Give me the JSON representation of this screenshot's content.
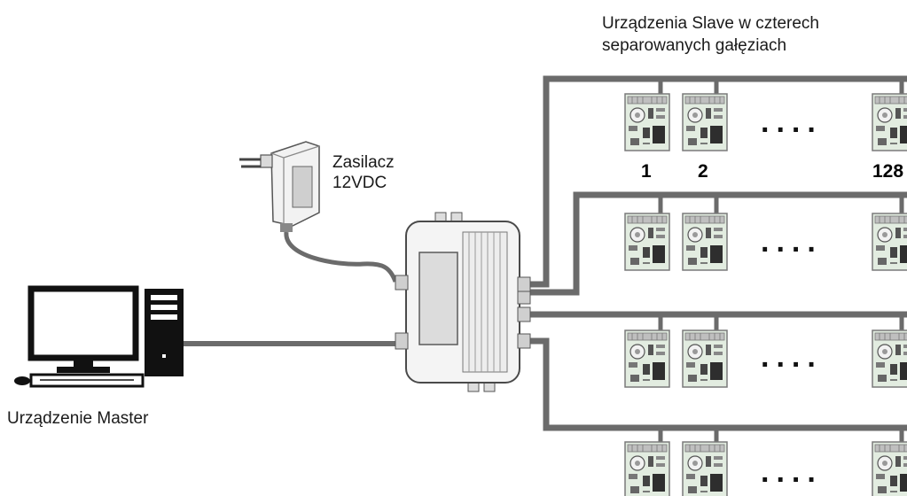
{
  "labels": {
    "slave_line1": "Urządzenia Slave w czterech",
    "slave_line2": "separowanych gałęziach",
    "psu_line1": "Zasilacz",
    "psu_line2": "12VDC",
    "master": "Urządzenie Master"
  },
  "slave_numbers": [
    "1",
    "2",
    "128"
  ],
  "ellipsis": "....",
  "colors": {
    "bus": "#6b6b6b",
    "module_board": "#d9e6d4",
    "hub": "#f4f4f4"
  },
  "branches": [
    {
      "name": "branch-1"
    },
    {
      "name": "branch-2"
    },
    {
      "name": "branch-3"
    },
    {
      "name": "branch-4"
    }
  ]
}
